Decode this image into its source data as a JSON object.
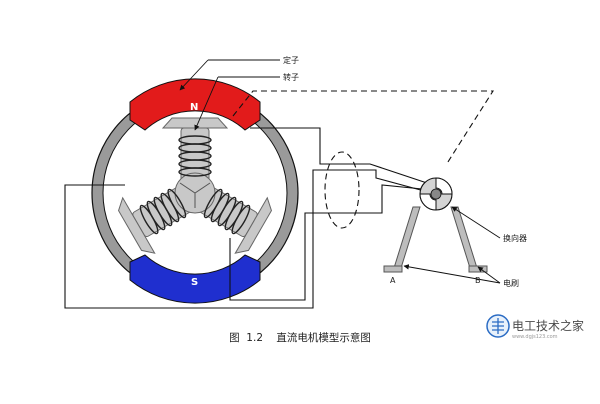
{
  "labels": {
    "stator": "定子",
    "rotor": "转子",
    "commutator": "换向器",
    "brush": "电刷",
    "pole_n": "N",
    "pole_s": "S",
    "brush_a": "A",
    "brush_b": "B"
  },
  "caption": "图  1.2    直流电机模型示意图",
  "watermark": {
    "title": "电工技术之家",
    "url": "www.dgjs123.com"
  },
  "colors": {
    "north_pole": "#e21b1b",
    "south_pole": "#1f2fcf",
    "stator_ring": "#9a9a9a",
    "rotor": "#c8c8c8",
    "line": "#111111"
  }
}
